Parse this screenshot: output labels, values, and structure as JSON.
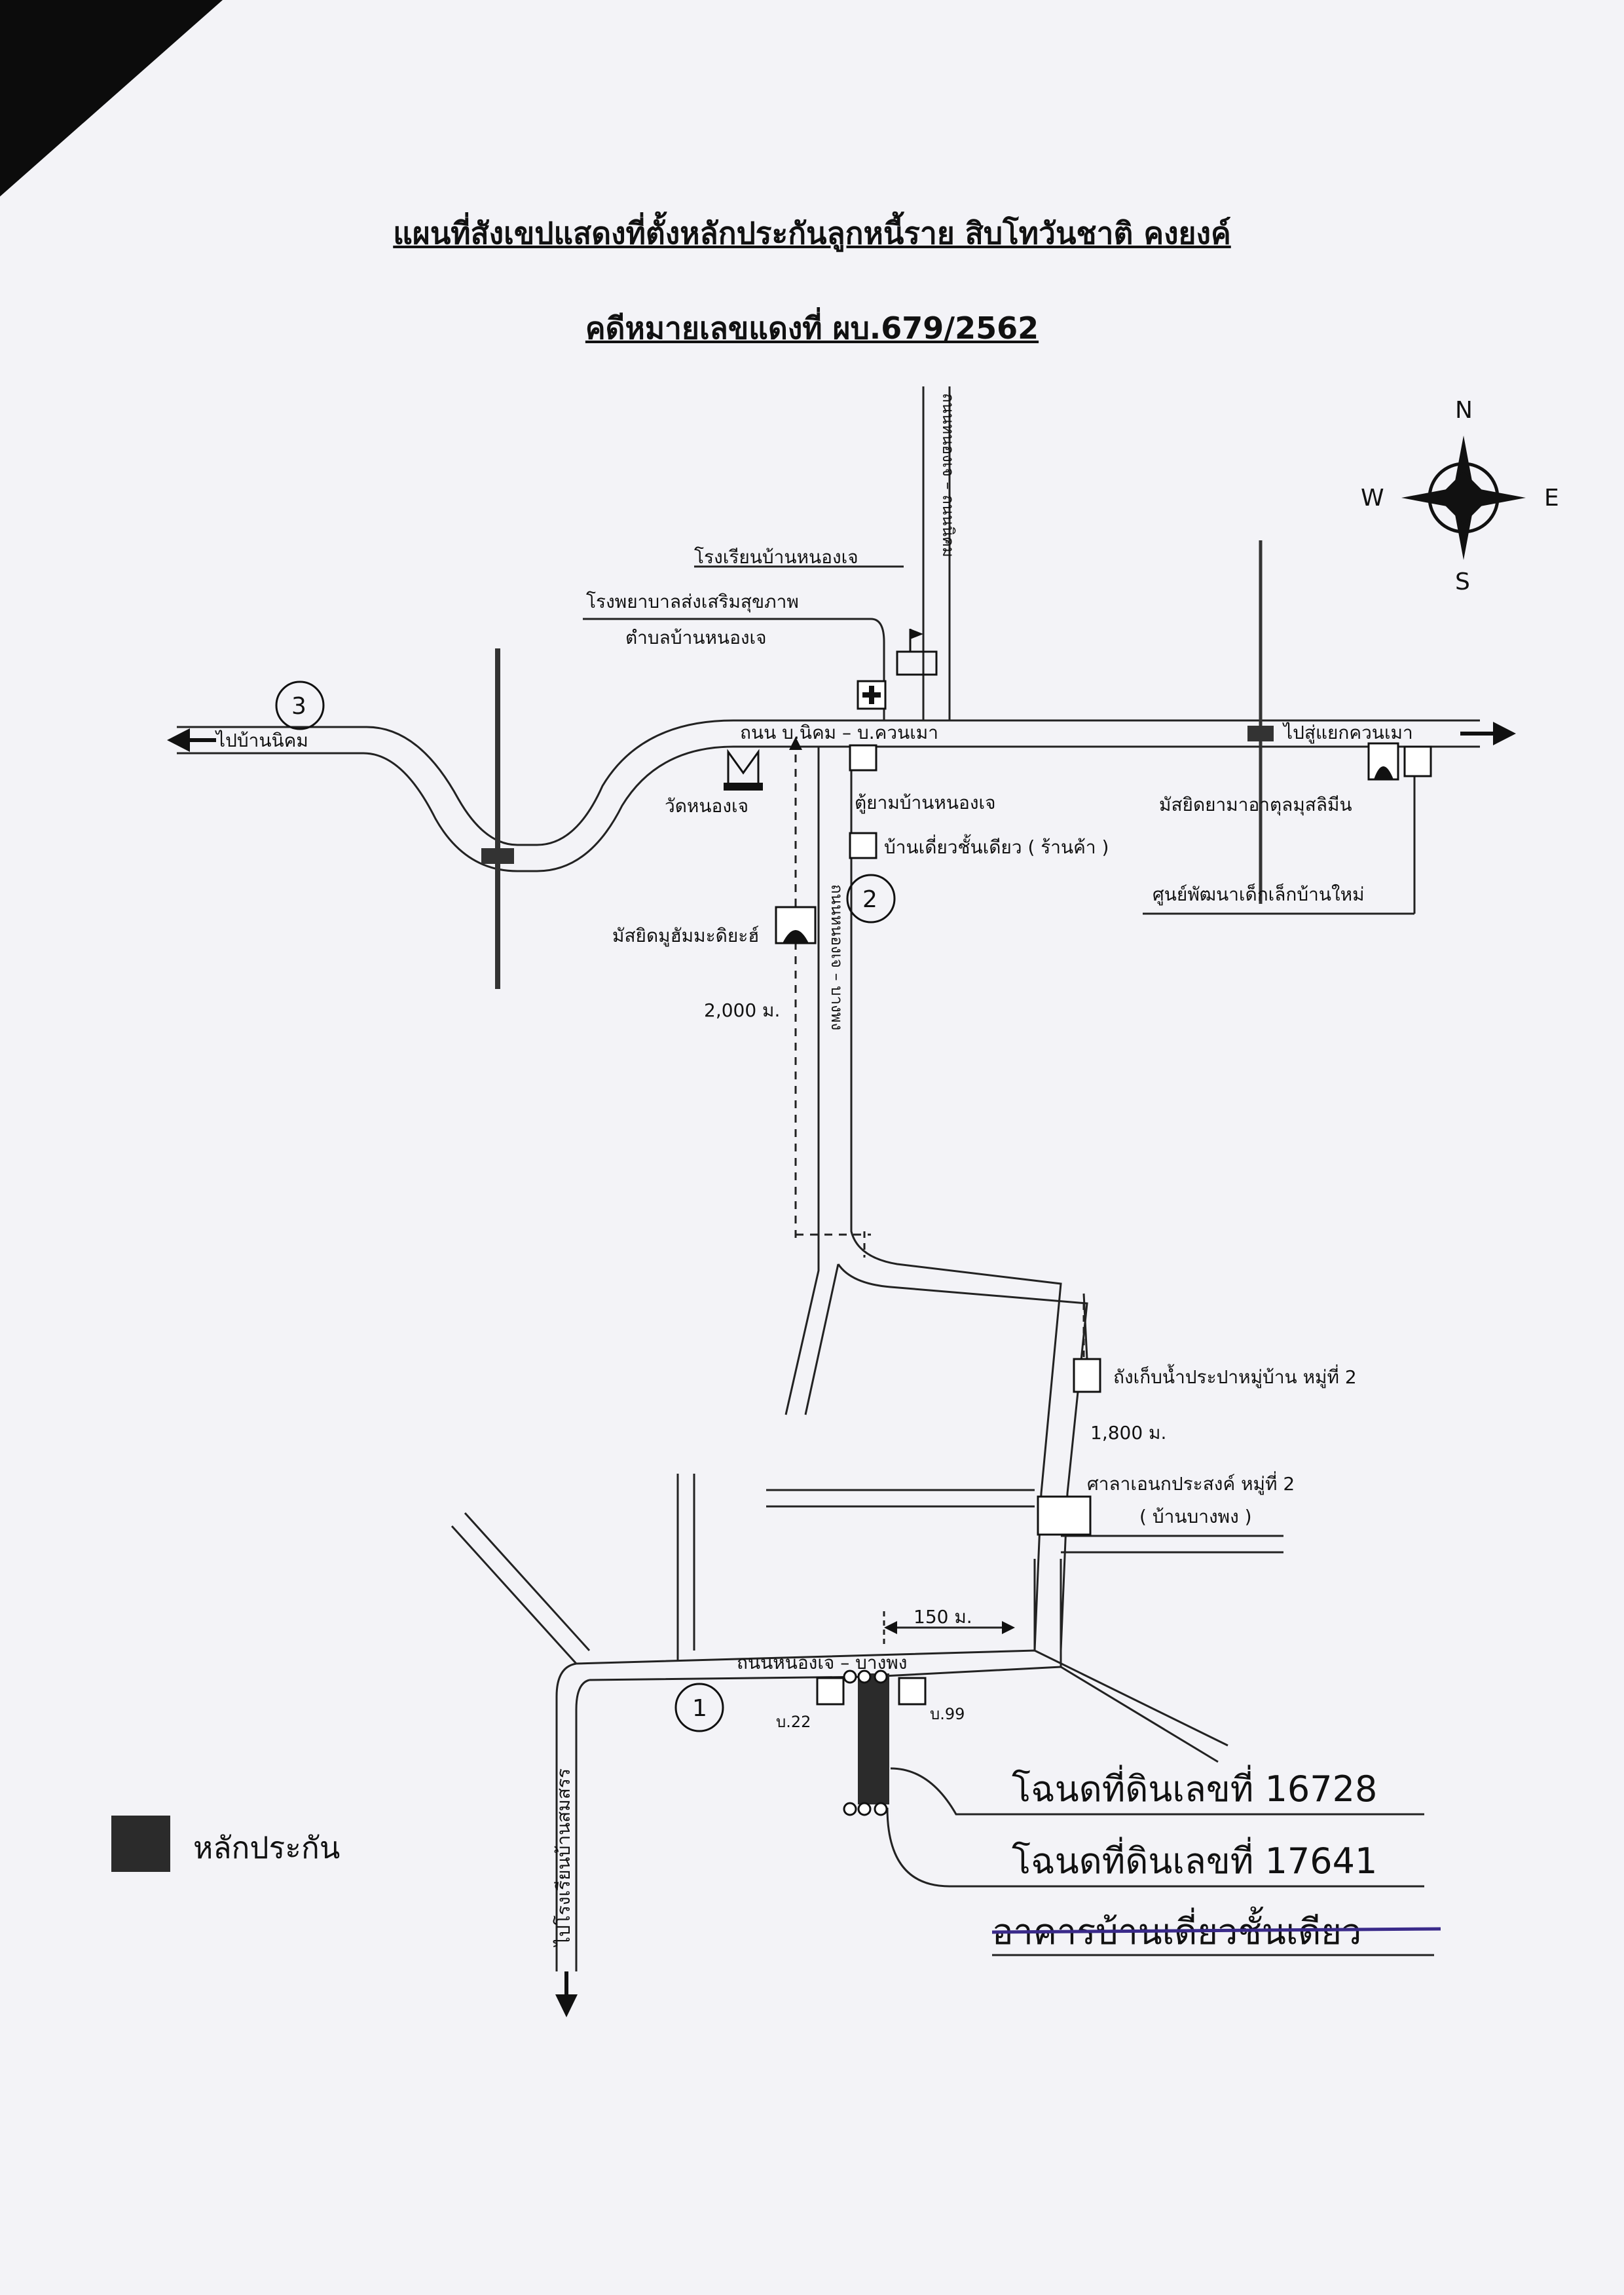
{
  "title": "แผนที่สังเขปแสดงที่ตั้งหลักประกันลูกหนี้ราย  สิบโทวันชาติ  คงยงค์",
  "subtitle": "คดีหมายเลขแดงที่  ผบ.679/2562",
  "compass": {
    "n": "N",
    "s": "S",
    "e": "E",
    "w": "W"
  },
  "places": {
    "school_nongje": "โรงเรียนบ้านหนองเจ",
    "hospital_line1": "โรงพยาบาลส่งเสริมสุขภาพ",
    "hospital_line2": "ตำบลบ้านหนองเจ",
    "road_main": "ถนน บ.นิคม – บ.ควนเมา",
    "to_ban_nikhom": "ไปบ้านนิคม",
    "to_khuan_mao": "ไปสู่แยกควนเมา",
    "wat_nongje": "วัดหนองเจ",
    "police_box": "ตู้ยามบ้านหนองเจ",
    "shop": "บ้านเดี่ยวชั้นเดียว ( ร้านค้า )",
    "mosque_attaqwa": "มัสยิดยามาอาตุลมุสลิมีน",
    "child_center": "ศูนย์พัฒนาเด็กเล็กบ้านใหม่",
    "mosque_muhammadiyah": "มัสยิดมูฮัมมะดิยะฮ์",
    "dist_2000": "2,000 ม.",
    "water_tank": "ถังเก็บน้ำประปาหมู่บ้าน หมู่ที่ 2",
    "dist_1800": "1,800 ม.",
    "hall_line1": "ศาลาเอนกประสงค์ หมู่ที่ 2",
    "hall_line2": "( บ้านบางพง )",
    "dist_150": "150 ม.",
    "road_bangphong": "ถนนหนองเจ – บางพง",
    "house_22": "บ.22",
    "house_99": "บ.99",
    "to_school_somsorn": "ไปโรงเรียนบ้านสมสรร",
    "vertical_road_top": "ถนนหนองเจ – ถนนนิคม",
    "vertical_road_mid": "ถนนหนองเจ – บางพง"
  },
  "markers": [
    "1",
    "2",
    "3"
  ],
  "deeds": {
    "deed1": "โฉนดที่ดินเลขที่ 16728",
    "deed2": "โฉนดที่ดินเลขที่ 17641",
    "building": "อาคารบ้านเดี่ยวชั้นเดียว"
  },
  "legend": {
    "label": "หลักประกัน"
  }
}
